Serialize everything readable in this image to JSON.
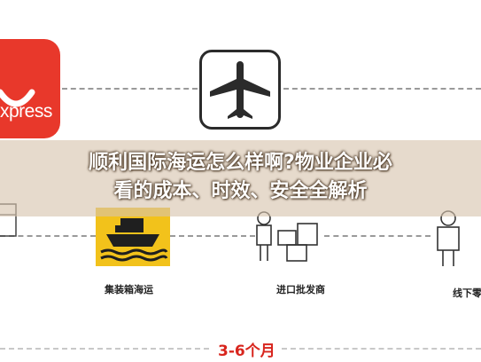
{
  "banner": {
    "line1": "顺利国际海运怎么样啊?物业企业必",
    "line2": "看的成本、时效、安全全解析"
  },
  "logo": {
    "text": "xpress",
    "color": "#e8382b"
  },
  "steps": {
    "sea_freight": "集装箱海运",
    "importer": "进口批发商",
    "offline": "线下零"
  },
  "duration": "3-6个月",
  "colors": {
    "banner_overlay": "#d6c4ac",
    "ship_box": "#f2c21b",
    "duration_red": "#d8251d"
  },
  "icons": [
    "airplane-icon",
    "cargo-ship-icon",
    "boxes-icon",
    "worker-icon",
    "person-icon"
  ]
}
